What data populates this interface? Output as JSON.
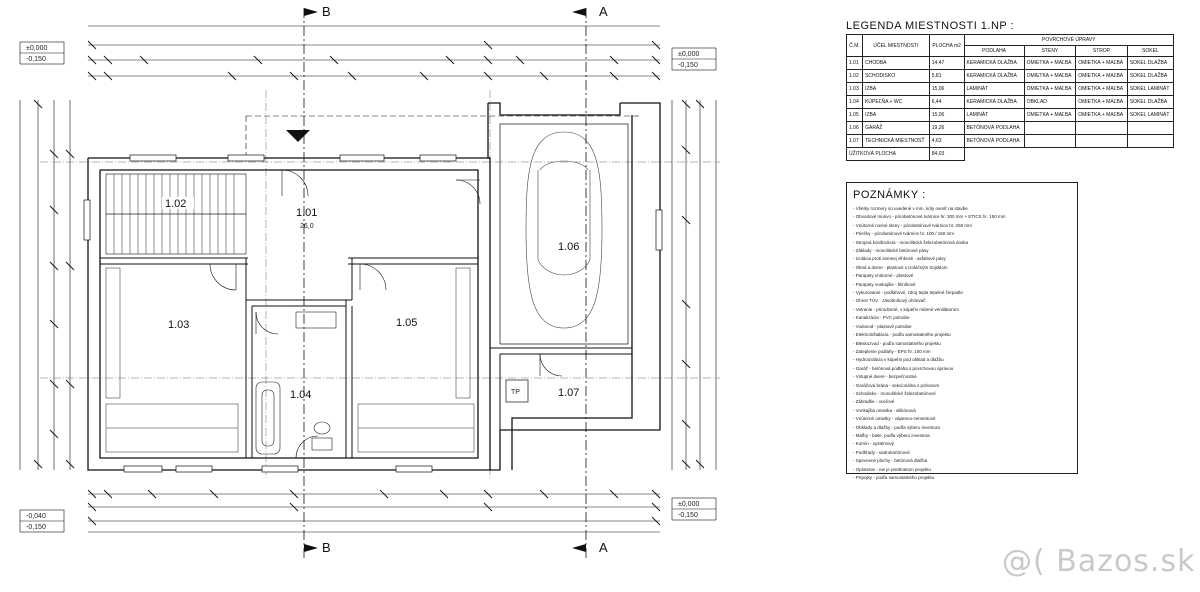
{
  "section_markers": {
    "a": "A",
    "b": "B"
  },
  "rooms": [
    {
      "id": "1.01",
      "area": "26,0"
    },
    {
      "id": "1.02",
      "area": ""
    },
    {
      "id": "1.03",
      "area": ""
    },
    {
      "id": "1.04",
      "area": ""
    },
    {
      "id": "1.05",
      "area": ""
    },
    {
      "id": "1.06",
      "area": ""
    },
    {
      "id": "1.07",
      "area": ""
    }
  ],
  "symbols": {
    "tp": "TP"
  },
  "level_tags": {
    "top_left_1": "±0,000",
    "top_left_2": "-0,150",
    "top_right_1": "±0,000",
    "top_right_2": "-0,150",
    "bottom_left_1": "-0,040",
    "bottom_left_2": "-0,150",
    "bottom_right_1": "±0,000",
    "bottom_right_2": "-0,150"
  },
  "legend": {
    "title": "LEGENDA MIESTNOSTI 1.NP :",
    "headers": [
      "Č.M.",
      "ÚČEL MIESTNOSTI",
      "PLOCHA m2",
      "PODLAHA",
      "STENY",
      "STROP",
      "SOKEL"
    ],
    "group_header": "POVRCHOVÉ ÚPRAVY",
    "rows": [
      {
        "id": "1.01",
        "name": "CHODBA",
        "area": "14,47",
        "floor": "KERAMICKÁ DLAŽBA",
        "walls": "OMIETKA + MAĽBA",
        "ceiling": "OMIETKA + MAĽBA",
        "base": "SOKEL DLAŽBA"
      },
      {
        "id": "1.02",
        "name": "SCHODISKO",
        "area": "5,81",
        "floor": "KERAMICKÁ DLAŽBA",
        "walls": "OMIETKA + MAĽBA",
        "ceiling": "OMIETKA + MAĽBA",
        "base": "SOKEL DLAŽBA"
      },
      {
        "id": "1.03",
        "name": "IZBA",
        "area": "15,06",
        "floor": "LAMINÁT",
        "walls": "OMIETKA + MAĽBA",
        "ceiling": "OMIETKA + MAĽBA",
        "base": "SOKEL LAMINÁT"
      },
      {
        "id": "1.04",
        "name": "KÚPEĽŇA + WC",
        "area": "6,44",
        "floor": "KERAMICKÁ DLAŽBA",
        "walls": "OBKLAD",
        "ceiling": "OMIETKA + MAĽBA",
        "base": "SOKEL DLAŽBA"
      },
      {
        "id": "1.05",
        "name": "IZBA",
        "area": "15,06",
        "floor": "LAMINÁT",
        "walls": "OMIETKA + MAĽBA",
        "ceiling": "OMIETKA + MAĽBA",
        "base": "SOKEL LAMINÁT"
      },
      {
        "id": "1.06",
        "name": "GARÁŽ",
        "area": "19,26",
        "floor": "BETÓNOVÁ PODLAHA",
        "walls": "",
        "ceiling": "",
        "base": ""
      },
      {
        "id": "1.07",
        "name": "TECHNICKÁ MIESTNOSŤ",
        "area": "4,63",
        "floor": "BETÓNOVÁ PODLAHA",
        "walls": "",
        "ceiling": "",
        "base": ""
      }
    ],
    "total_label": "ÚŽITKOVÁ PLOCHA",
    "total_area": "84,03"
  },
  "notes": {
    "title": "POZNÁMKY :",
    "items": [
      "- Všetky rozmery sú uvedené v mm, kóty overiť na stavbe",
      "- Obvodové murivo - pórobetónové tvárnice hr. 300 mm + ETICS hr. 150 mm",
      "- Vnútorné nosné steny - pórobetónové tvárnice hr. 250 mm",
      "- Priečky - pórobetónové tvárnice hr. 100 / 150 mm",
      "- Stropná konštrukcia - monolitická železobetónová doska",
      "- Základy - monolitické betónové pásy",
      "- Izolácia proti zemnej vlhkosti - asfaltové pásy",
      "- Okná a dvere - plastové s izolačným trojsklom",
      "- Parapety vnútorné - plastové",
      "- Parapety vonkajšie - hliníkové",
      "- Vykurovanie - podlahové, zdroj tepla tepelné čerpadlo",
      "- Ohrev TÚV - zásobníkový ohrievač",
      "- Vetranie - prirodzené, v kúpeľni nútené ventilátorom",
      "- Kanalizácia - PVC potrubie",
      "- Vodovod - plastové potrubie",
      "- Elektroinštalácia - podľa samostatného projektu",
      "- Bleskozvod - podľa samostatného projektu",
      "- Zateplenie podlahy - EPS hr. 100 mm",
      "- Hydroizolácia v kúpeľni pod obklad a dlažbu",
      "- Garáž - betónová podlaha s povrchovou úpravou",
      "- Vstupné dvere - bezpečnostné",
      "- Garážová brána - sekcionálna s pohonom",
      "- Schodisko - monolitické železobetónové",
      "- Zábradlie - oceľové",
      "- Vonkajšia omietka - silikónová",
      "- Vnútorné omietky - vápenno-cementové",
      "- Obklady a dlažby - podľa výberu investora",
      "- Maľby - biele, podľa výberu investora",
      "- Komín - systémový",
      "- Podhľady - sadrokartónové",
      "- Spevnené plochy - betónová dlažba",
      "- Oplotenie - nie je predmetom projektu",
      "- Prípojky - podľa samostatného projektu"
    ]
  },
  "watermark": "@( Bazos.sk",
  "colors": {
    "line": "#111111",
    "watermark": "#c9c9c9"
  }
}
